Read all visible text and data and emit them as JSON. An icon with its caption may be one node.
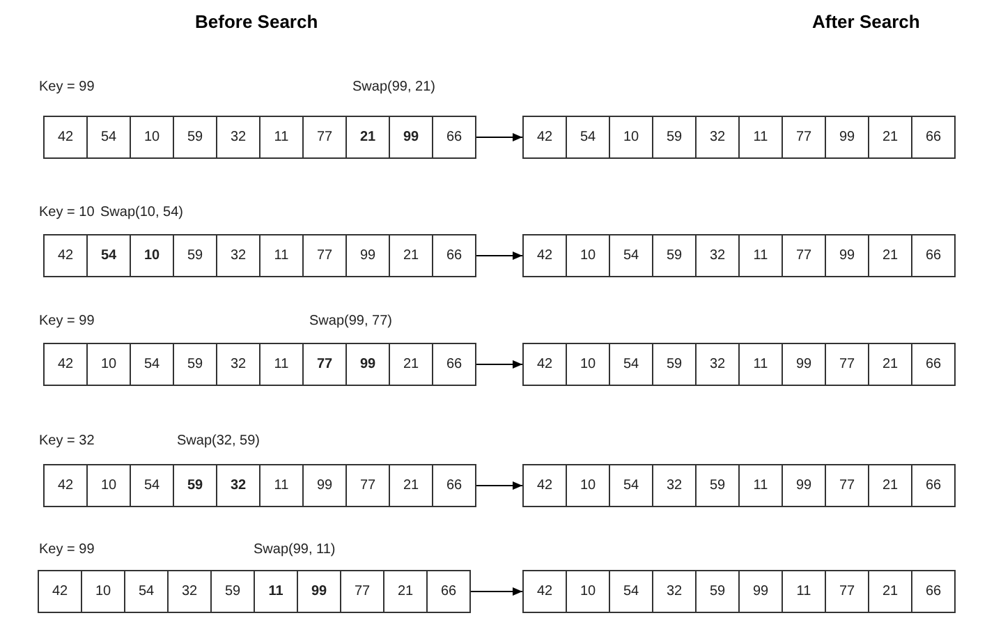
{
  "diagram": {
    "nodes": [
      {
        "text": [
          "42"
        ]
      },
      {
        "text": [
          "54"
        ]
      },
      {
        "text": [
          "10"
        ]
      },
      {
        "text": [
          "59"
        ]
      },
      {
        "text": [
          "32"
        ]
      },
      {
        "text": [
          "11"
        ]
      },
      {
        "text": [
          "77"
        ]
      },
      {
        "text": [
          "21"
        ]
      },
      {
        "text": [
          "99"
        ]
      },
      {
        "text": [
          "66"
        ]
      },
      {
        "text": [
          "42"
        ]
      },
      {
        "text": [
          "54"
        ]
      },
      {
        "text": [
          "10"
        ]
      },
      {
        "text": [
          "59"
        ]
      },
      {
        "text": [
          "32"
        ]
      },
      {
        "text": [
          "11"
        ]
      },
      {
        "text": [
          "77"
        ]
      },
      {
        "text": [
          "99"
        ]
      },
      {
        "text": [
          "21"
        ]
      },
      {
        "text": [
          "66"
        ]
      },
      {
        "text": [
          "42"
        ]
      },
      {
        "text": [
          "54"
        ]
      },
      {
        "text": [
          "10"
        ]
      },
      {
        "text": [
          "59"
        ]
      },
      {
        "text": [
          "32"
        ]
      },
      {
        "text": [
          "11"
        ]
      },
      {
        "text": [
          "77"
        ]
      },
      {
        "text": [
          "99"
        ]
      },
      {
        "text": [
          "21"
        ]
      },
      {
        "text": [
          "66"
        ]
      },
      {
        "text": [
          "42"
        ]
      },
      {
        "text": [
          "10"
        ]
      },
      {
        "text": [
          "54"
        ]
      },
      {
        "text": [
          "59"
        ]
      },
      {
        "text": [
          "32"
        ]
      },
      {
        "text": [
          "11"
        ]
      },
      {
        "text": [
          "77"
        ]
      },
      {
        "text": [
          "99"
        ]
      },
      {
        "text": [
          "21"
        ]
      },
      {
        "text": [
          "66"
        ]
      },
      {
        "text": [
          "42"
        ]
      },
      {
        "text": [
          "10"
        ]
      },
      {
        "text": [
          "54"
        ]
      },
      {
        "text": [
          "59"
        ]
      },
      {
        "text": [
          "32"
        ]
      },
      {
        "text": [
          "11"
        ]
      },
      {
        "text": [
          "77"
        ]
      },
      {
        "text": [
          "99"
        ]
      },
      {
        "text": [
          "21"
        ]
      },
      {
        "text": [
          "66"
        ]
      },
      {
        "text": [
          "42"
        ]
      },
      {
        "text": [
          "10"
        ]
      },
      {
        "text": [
          "54"
        ]
      },
      {
        "text": [
          "59"
        ]
      },
      {
        "text": [
          "32"
        ]
      },
      {
        "text": [
          "11"
        ]
      },
      {
        "text": [
          "99"
        ]
      },
      {
        "text": [
          "77"
        ]
      },
      {
        "text": [
          "21"
        ]
      },
      {
        "text": [
          "66"
        ]
      },
      {
        "text": [
          "42"
        ]
      },
      {
        "text": [
          "10"
        ]
      },
      {
        "text": [
          "54"
        ]
      },
      {
        "text": [
          "59"
        ]
      },
      {
        "text": [
          "32"
        ]
      },
      {
        "text": [
          "11"
        ]
      },
      {
        "text": [
          "99"
        ]
      },
      {
        "text": [
          "77"
        ]
      },
      {
        "text": [
          "21"
        ]
      },
      {
        "text": [
          "66"
        ]
      },
      {
        "text": [
          "42"
        ]
      },
      {
        "text": [
          "10"
        ]
      },
      {
        "text": [
          "54"
        ]
      },
      {
        "text": [
          "32"
        ]
      },
      {
        "text": [
          "59"
        ]
      },
      {
        "text": [
          "11"
        ]
      },
      {
        "text": [
          "99"
        ]
      },
      {
        "text": [
          "77"
        ]
      },
      {
        "text": [
          "21"
        ]
      },
      {
        "text": [
          "66"
        ]
      },
      {
        "text": [
          "42"
        ]
      },
      {
        "text": [
          "10"
        ]
      },
      {
        "text": [
          "54"
        ]
      },
      {
        "text": [
          "32"
        ]
      },
      {
        "text": [
          "59"
        ]
      },
      {
        "text": [
          "11"
        ]
      },
      {
        "text": [
          "99"
        ]
      },
      {
        "text": [
          "77"
        ]
      },
      {
        "text": [
          "21"
        ]
      },
      {
        "text": [
          "66"
        ]
      },
      {
        "text": [
          "42"
        ]
      },
      {
        "text": [
          "10"
        ]
      },
      {
        "text": [
          "54"
        ]
      },
      {
        "text": [
          "32"
        ]
      },
      {
        "text": [
          "59"
        ]
      },
      {
        "text": [
          "99"
        ]
      },
      {
        "text": [
          "11"
        ]
      },
      {
        "text": [
          "77"
        ]
      },
      {
        "text": [
          "21"
        ]
      },
      {
        "text": [
          "66"
        ]
      }
    ],
    "edges": [
      {
        "from": 9,
        "to": 10,
        "arrow": "to"
      },
      {
        "from": 29,
        "to": 30,
        "arrow": "to"
      },
      {
        "from": 49,
        "to": 50,
        "arrow": "to"
      },
      {
        "from": 69,
        "to": 70,
        "arrow": "to"
      },
      {
        "from": 89,
        "to": 90,
        "arrow": "to"
      }
    ],
    "labels": [
      "Before Search",
      "After Search",
      "Key = 99",
      "Swap(99, 21)",
      "Key = 10",
      "Swap(10, 54)",
      "Key = 99",
      "Swap(99, 77)",
      "Key = 32",
      "Swap(32, 59)",
      "Key = 99",
      "Swap(99, 11)"
    ]
  }
}
